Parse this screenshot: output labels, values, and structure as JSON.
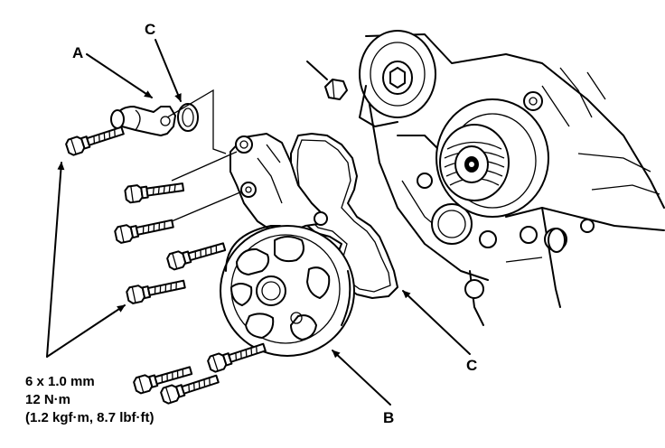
{
  "callouts": {
    "a": "A",
    "b": "B",
    "c_top": "C",
    "c_bottom": "C"
  },
  "torque_spec": {
    "size": "6 x 1.0 mm",
    "torque_nm": "12 N·m",
    "torque_alt": "(1.2 kgf·m, 8.7 lbf·ft)"
  }
}
